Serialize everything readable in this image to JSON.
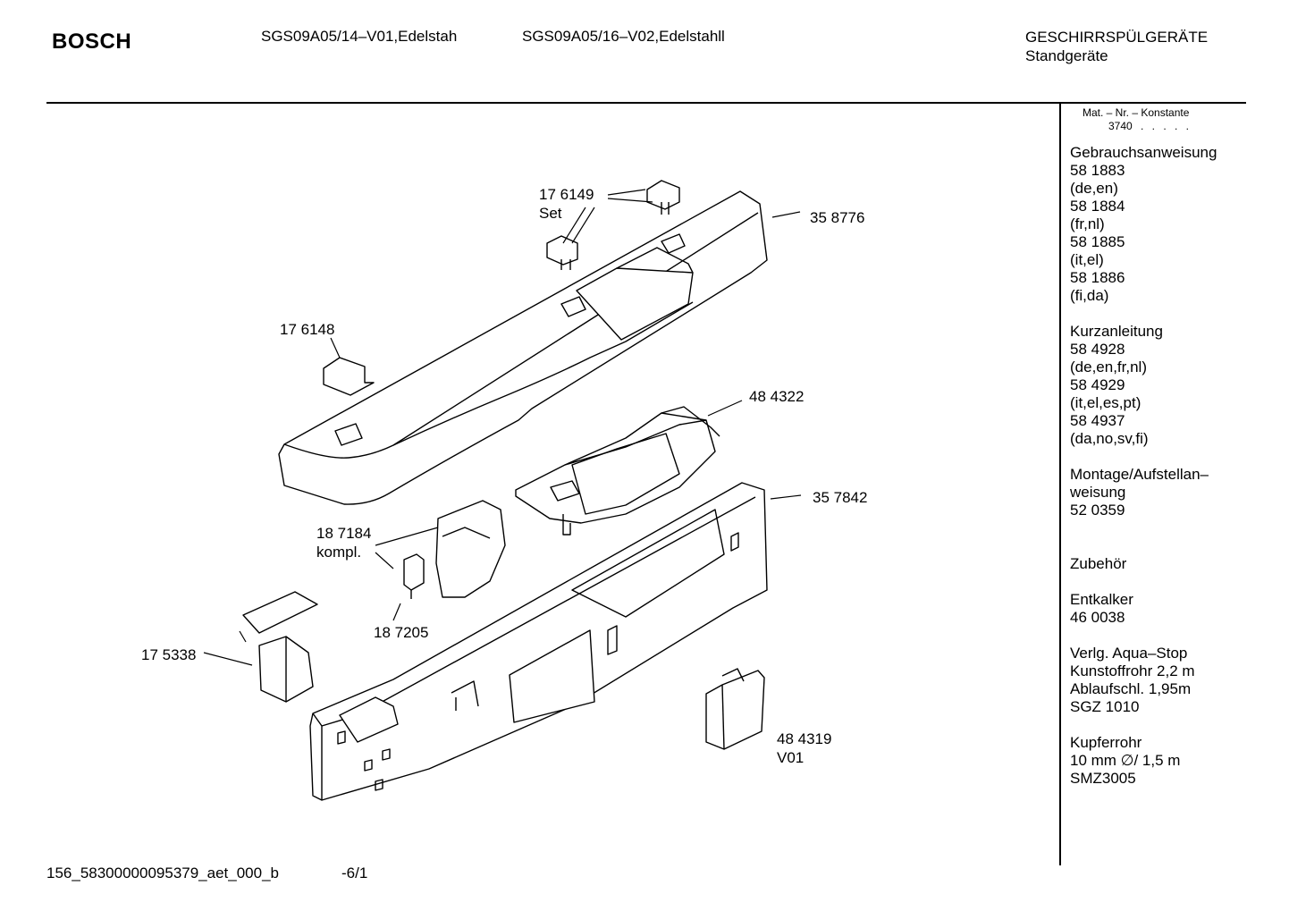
{
  "header": {
    "brand": "BOSCH",
    "models": [
      "SGS09A05/14–V01,Edelstah",
      "SGS09A05/16–V02,Edelstahll"
    ],
    "category": "GESCHIRRSPÜLGERÄTE",
    "subcategory": "Standgeräte"
  },
  "material": {
    "label": "Mat. – Nr. – Konstante",
    "value": "3740",
    "dots": ". . . . ."
  },
  "sidebar": [
    "Gebrauchsanweisung",
    "58 1883",
    "(de,en)",
    "58 1884",
    "(fr,nl)",
    "58 1885",
    "(it,el)",
    "58 1886",
    "(fi,da)",
    "",
    "Kurzanleitung",
    "58 4928",
    "(de,en,fr,nl)",
    "58 4929",
    "(it,el,es,pt)",
    "58 4937",
    "(da,no,sv,fi)",
    "",
    "Montage/Aufstellan–",
    "weisung",
    "52 0359",
    "",
    "",
    "Zubehör",
    "",
    "Entkalker",
    "46 0038",
    "",
    "Verlg. Aqua–Stop",
    "Kunstoffrohr 2,2 m",
    "Ablaufschl. 1,95m",
    "SGZ 1010",
    "",
    "Kupferrohr",
    "10 mm ∅/ 1,5 m",
    "SMZ3005"
  ],
  "parts": {
    "p176149": "17 6149",
    "p176149_note": "Set",
    "p358776": "35 8776",
    "p176148": "17 6148",
    "p484322": "48 4322",
    "p357842": "35 7842",
    "p187184": "18 7184",
    "p187184_note": "kompl.",
    "p187205": "18 7205",
    "p175338": "17 5338",
    "p484319": "48 4319",
    "p484319_note": "V01"
  },
  "footer": {
    "docid": "156_58300000095379_aet_000_b",
    "page": "-6/1"
  }
}
